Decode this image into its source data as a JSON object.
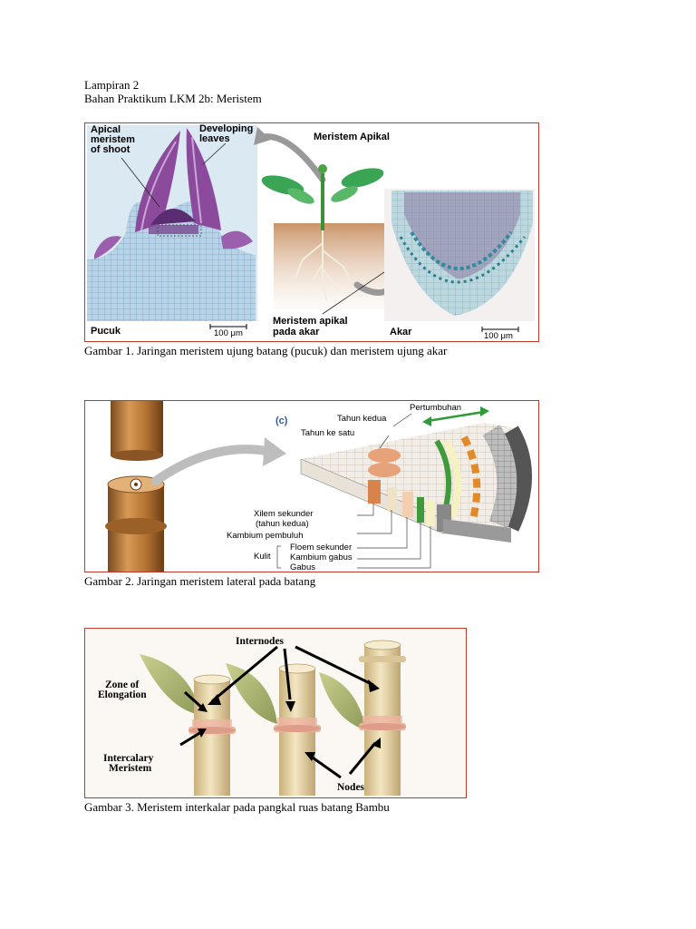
{
  "header": {
    "line1": "Lampiran 2",
    "line2": "Bahan Praktikum LKM 2b: Meristem"
  },
  "figure1": {
    "caption": "Gambar 1. Jaringan meristem ujung batang (pucuk) dan meristem ujung akar",
    "apical_l1": "Apical",
    "apical_l2": "meristem",
    "apical_l3": "of shoot",
    "developing_l1": "Developing",
    "developing_l2": "leaves",
    "meristem_apikal": "Meristem Apikal",
    "pucuk": "Pucuk",
    "scale_left": "100 μm",
    "meristem_akar_l1": "Meristem apikal",
    "meristem_akar_l2": "pada akar",
    "akar": "Akar",
    "scale_right": "100 μm"
  },
  "figure2": {
    "caption": "Gambar 2. Jaringan meristem lateral pada batang",
    "panel": "(c)",
    "pertumbuhan": "Pertumbuhan",
    "tahun_kedua": "Tahun kedua",
    "tahun_ke_satu": "Tahun ke satu",
    "xilem_l1": "Xilem sekunder",
    "xilem_l2": "(tahun kedua)",
    "kambium_pembuluh": "Kambium pembuluh",
    "kulit": "Kulit",
    "floem": "Floem sekunder",
    "kambium_gabus": "Kambium gabus",
    "gabus": "Gabus"
  },
  "figure3": {
    "caption": "Gambar 3. Meristem interkalar pada pangkal ruas batang Bambu",
    "internodes": "Internodes",
    "zone_l1": "Zone of",
    "zone_l2": "Elongation",
    "intercalary_l1": "Intercalary",
    "intercalary_l2": "Meristem",
    "nodes": "Nodes"
  },
  "colors": {
    "frame": "#c0392b",
    "tissue_purple": "#7b3f8c",
    "tissue_blue": "#9cc3d9",
    "leaf_green": "#3aa655",
    "soil": "#b07a4a",
    "bamboo": "#e9d6a8",
    "cambium_green": "#3f9a3a",
    "cork_orange": "#e28a2b"
  }
}
